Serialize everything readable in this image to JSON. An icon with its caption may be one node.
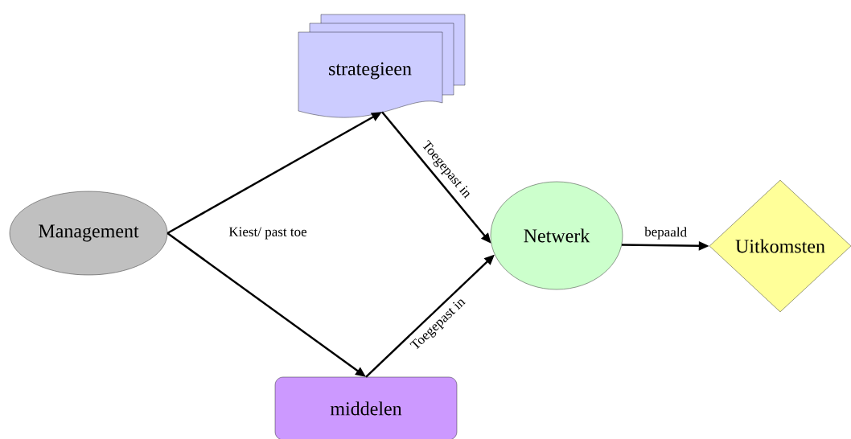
{
  "diagram": {
    "nodes": [
      {
        "text": [
          "Management"
        ]
      },
      {
        "text": [
          "strategieen"
        ]
      },
      {
        "text": [
          "Netwerk"
        ]
      },
      {
        "text": [
          "Uitkomsten"
        ]
      },
      {
        "text": [
          "middelen"
        ]
      }
    ],
    "edges": [
      {
        "from": 0,
        "to": 1,
        "arrow": "to"
      },
      {
        "from": 0,
        "to": 4,
        "arrow": "to"
      },
      {
        "from": 1,
        "to": 2,
        "arrow": "to",
        "label": "Toegepast in"
      },
      {
        "from": 4,
        "to": 2,
        "arrow": "to",
        "label": "Toegepast in"
      },
      {
        "from": 2,
        "to": 3,
        "arrow": "to",
        "label": "bepaald"
      }
    ],
    "labels": [
      "Kiest/ past toe"
    ]
  }
}
